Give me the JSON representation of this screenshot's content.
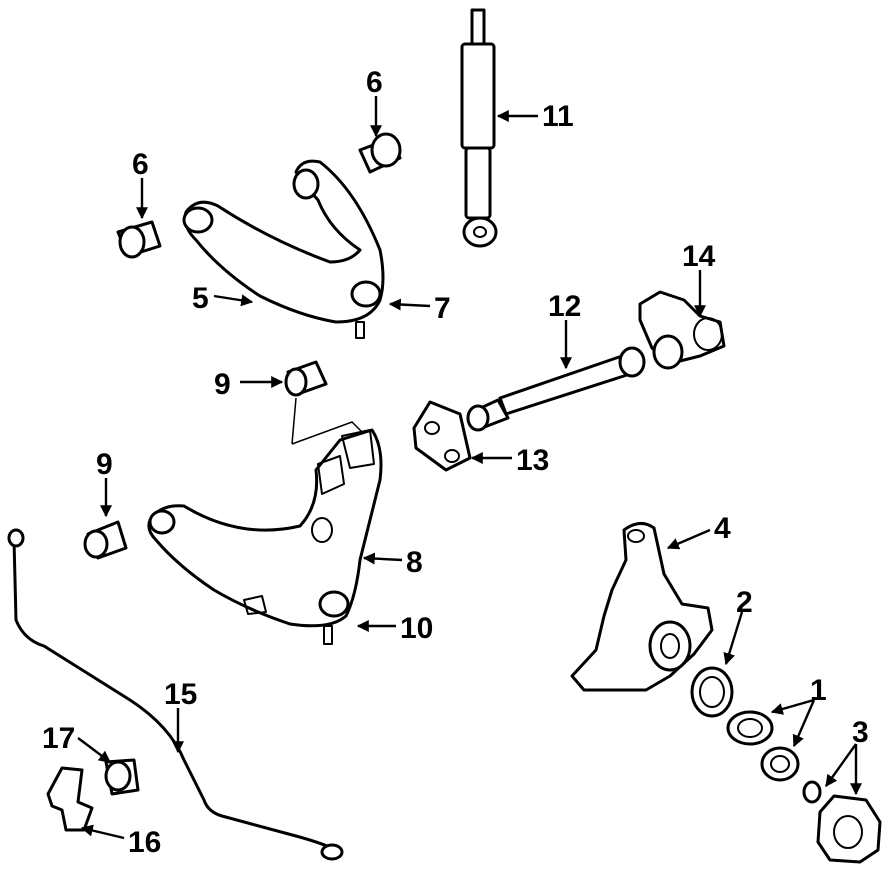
{
  "callouts": {
    "c1": "1",
    "c2": "2",
    "c3": "3",
    "c4": "4",
    "c5": "5",
    "c6a": "6",
    "c6b": "6",
    "c7": "7",
    "c8": "8",
    "c9a": "9",
    "c9b": "9",
    "c10": "10",
    "c11": "11",
    "c12": "12",
    "c13": "13",
    "c14": "14",
    "c15": "15",
    "c16": "16",
    "c17": "17"
  }
}
